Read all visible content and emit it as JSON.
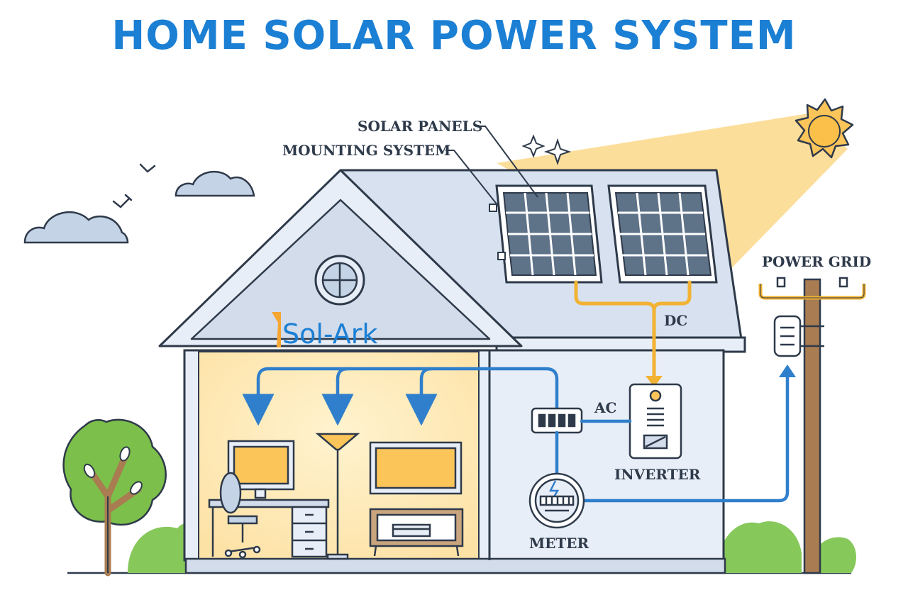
{
  "title": "HOME SOLAR POWER SYSTEM",
  "labels": {
    "solar_panels": "SOLAR PANELS",
    "mounting_system": "MOUNTING SYSTEM",
    "dc": "DC",
    "ac": "AC",
    "inverter": "INVERTER",
    "meter": "METER",
    "power_grid": "POWER GRID"
  },
  "brand": {
    "name": "Sol-Ark"
  },
  "colors": {
    "title": "#1b7fd4",
    "outline": "#2e3a4a",
    "roof": "#d7e1ef",
    "wall": "#e8eef7",
    "interior_glow": "#fde9b8",
    "sunbeam": "#fbd37a",
    "sun": "#fcc55a",
    "dc_line": "#f2b233",
    "ac_line": "#2f7fcc",
    "panel": "#5e7288",
    "tree_green": "#7cbf4a",
    "bush_green": "#86c85a",
    "pole": "#a97c52",
    "cloud": "#c5d3e6"
  }
}
